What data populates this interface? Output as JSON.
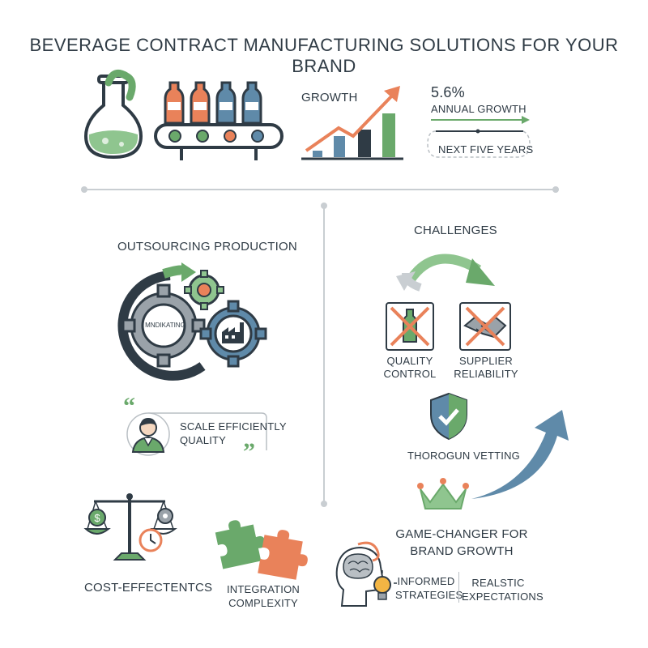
{
  "title": "Beverage Contract Manufacturing Solutions for Your Brand",
  "top": {
    "growth_label": "Growth",
    "growth_rate": "5.6%",
    "annual_label": "Annual Growth",
    "period_label": "Next Five Years"
  },
  "left": {
    "outsourcing_title": "Outsourcing Production",
    "gear_label": "MNDIKATING",
    "quote_line1": "Scale efficiently",
    "quote_line2": "quality",
    "cost_label": "Cost-Effectentcs",
    "integration_line1": "Integration",
    "integration_line2": "Complexity"
  },
  "right": {
    "challenges_title": "Challenges",
    "quality_line1": "Quality",
    "quality_line2": "Control",
    "supplier_line1": "Supplier",
    "supplier_line2": "Reliability",
    "vetting_label": "Thorogun Vetting",
    "game_line1": "Game-Changer for",
    "game_line2": "Brand Growth",
    "informed_line1": "Informed",
    "informed_line2": "Strategies",
    "realistic_line1": "Realstic",
    "realistic_line2": "Expectations"
  },
  "colors": {
    "green": "#6aa96b",
    "orange": "#e9825a",
    "dark": "#2f3b45",
    "blue": "#5f8aa9",
    "gray": "#b9bfc4"
  }
}
